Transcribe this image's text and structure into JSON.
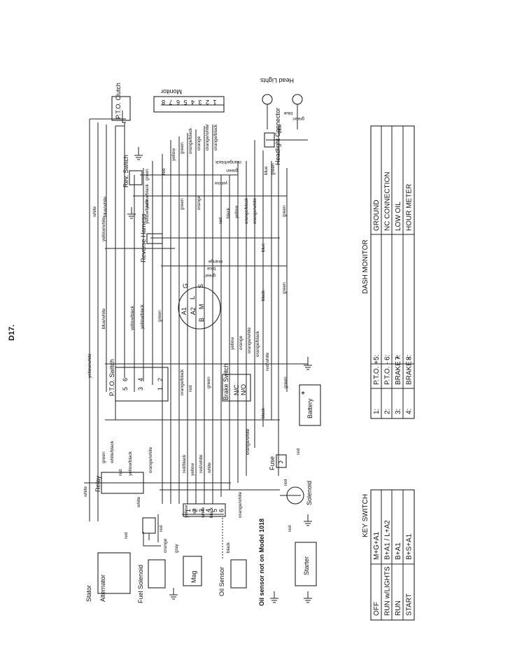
{
  "page_label": "D17.",
  "components": {
    "pto_clutch": "P.T.O. Clutch",
    "monitor": "Monitor",
    "head_lights": "Head Lights",
    "headlight_connector": "Headlight Connector",
    "rev_switch": "Rev. Switch",
    "reverse_harness": "Reverse Harness",
    "pto_switch": "P.T.O. Switch",
    "brake_switch": "Brake Switch",
    "brake_nc": "N/C",
    "brake_no": "N/O",
    "battery": "Battery",
    "fuse": "Fuse",
    "solenoid": "Solenoid",
    "starter": "Starter",
    "relay": "Relay",
    "stator": "Stator",
    "alternator": "Alternator",
    "fuel_solenoid": "Fuel Solenoid",
    "mag": "Mag",
    "oil_sensor": "Oil Sensor",
    "oil_note": "Oil sensor not on Model 1018"
  },
  "key_switch_pins": {
    "g": "G",
    "s": "S",
    "a1": "A1",
    "a2": "A2",
    "b": "B",
    "m": "M",
    "l": "L"
  },
  "pto_switch_pins": [
    "5",
    "6",
    "3",
    "4",
    "1",
    "2"
  ],
  "monitor_pins": [
    "8",
    "7",
    "6",
    "5",
    "4",
    "3",
    "2",
    "1"
  ],
  "harness_pins": [
    "1",
    "2",
    "3",
    "4",
    "5",
    "6"
  ],
  "wire_labels": {
    "white": "white",
    "blue_white": "blue/white",
    "yellow_black": "yellow/black",
    "green": "green",
    "red": "red",
    "yellow": "yellow",
    "black": "black",
    "orange": "orange",
    "orange_white": "orange/white",
    "orange_black": "orange/black",
    "yellow_white": "yellow/white",
    "white_black": "white/black",
    "red_black": "red/black",
    "red_white": "red/white",
    "blue": "blue",
    "gray": "gray"
  },
  "key_switch_table": {
    "title": "KEY SWITCH",
    "rows": [
      {
        "position": "OFF",
        "contacts": "M+G+A1"
      },
      {
        "position": "RUN w/LIGHTS",
        "contacts": "B+A1 / L+A2"
      },
      {
        "position": "RUN",
        "contacts": "B+A1"
      },
      {
        "position": "START",
        "contacts": "B+S+A1"
      }
    ]
  },
  "dash_monitor_table": {
    "title": "DASH MONITOR",
    "rows": [
      {
        "num": "1:",
        "label": "P.T.O. +",
        "num2": "5:",
        "label2": "GROUND"
      },
      {
        "num": "2:",
        "label": "P.T.O. -",
        "num2": "6:",
        "label2": "NC CONNECTION"
      },
      {
        "num": "3:",
        "label": "BRAKE +",
        "num2": "7:",
        "label2": "LOW OIL"
      },
      {
        "num": "4:",
        "label": "BRAKE -",
        "num2": "8:",
        "label2": "HOUR METER"
      }
    ]
  }
}
